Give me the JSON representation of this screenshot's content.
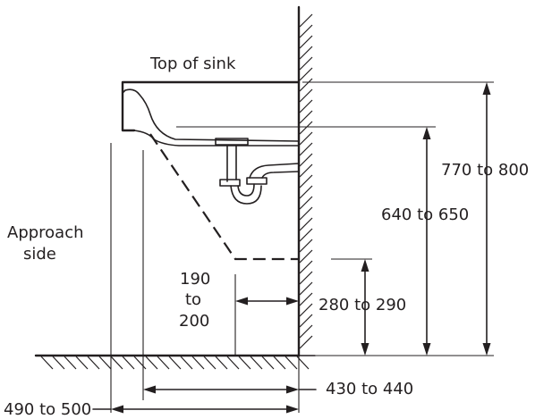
{
  "labels": {
    "top_of_sink": "Top of sink",
    "approach_line1": "Approach",
    "approach_line2": "side",
    "dim_190_line1": "190",
    "dim_190_line2": "to",
    "dim_190_line3": "200",
    "dim_280": "280 to 290",
    "dim_430": "430 to 440",
    "dim_490": "490 to 500",
    "dim_640": "640 to 650",
    "dim_770": "770 to 800"
  },
  "icons": {
    "wall_hatch": "diagonal-hatch",
    "floor_hatch": "diagonal-hatch",
    "arrows": "filled-triangle-arrowhead"
  },
  "colors": {
    "ink": "#231f20",
    "background": "#ffffff"
  }
}
